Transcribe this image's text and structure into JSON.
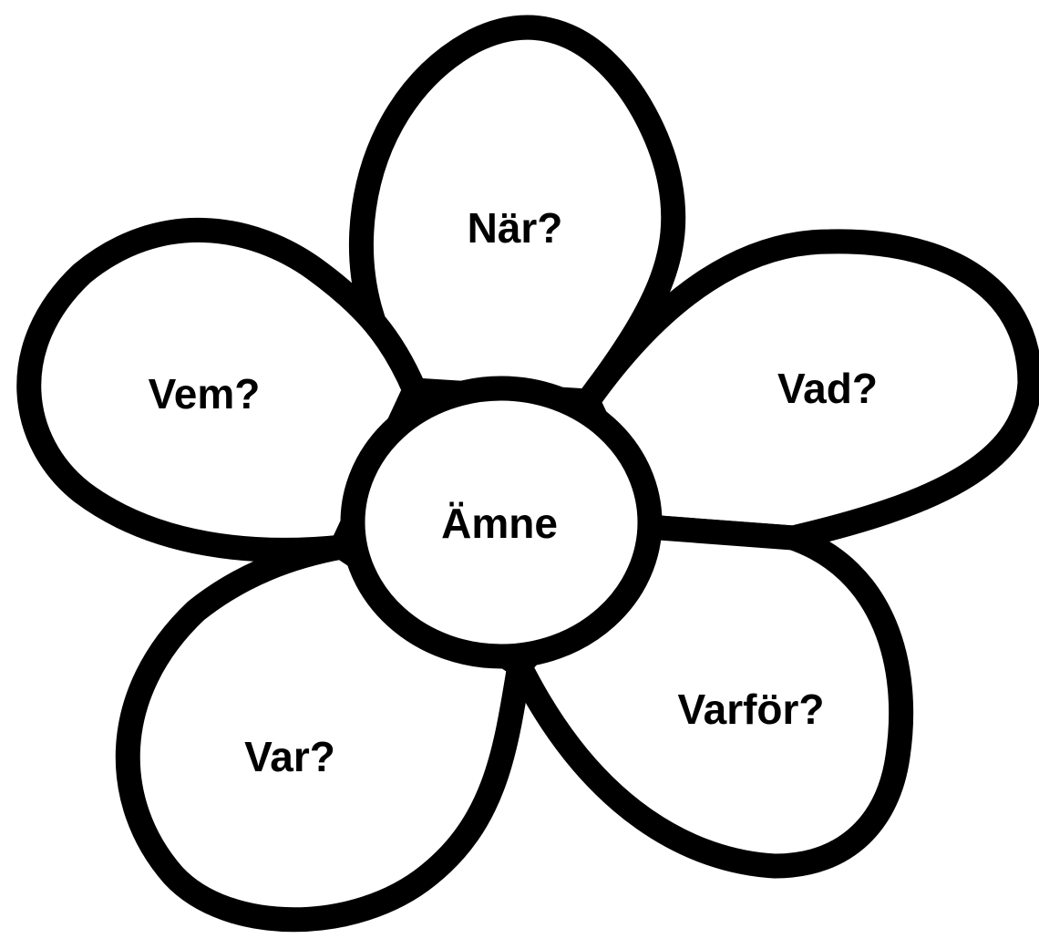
{
  "diagram": {
    "type": "five-petal flower graphic organizer",
    "center_label": "Ämne",
    "petals": [
      {
        "id": "top",
        "label": "När?"
      },
      {
        "id": "upper-right",
        "label": "Vad?"
      },
      {
        "id": "lower-right",
        "label": "Varför?"
      },
      {
        "id": "lower-left",
        "label": "Var?"
      },
      {
        "id": "upper-left",
        "label": "Vem?"
      }
    ]
  },
  "colors": {
    "outline": "#000000",
    "fill": "#ffffff"
  }
}
